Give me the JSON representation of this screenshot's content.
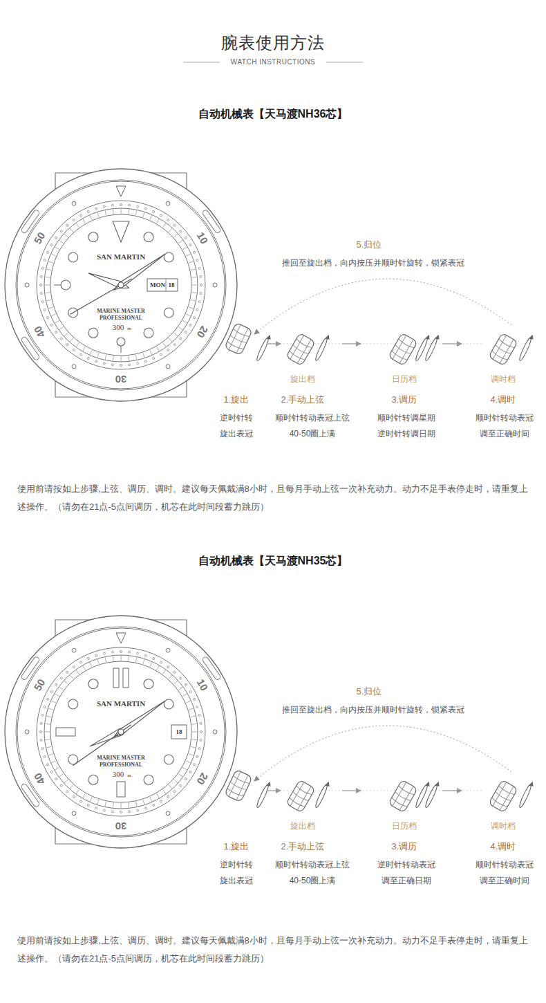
{
  "diagram": {
    "title": "腕表使用方法",
    "labels": [
      "WATCH INSTRUCTIONS",
      "自动机械表【天马渡NH36芯】",
      "SAN MARTIN",
      "MON",
      "18",
      "MARINE MASTER",
      "PROFESSIONAL",
      "300",
      "m",
      "10",
      "20",
      "30",
      "40",
      "50",
      "5.归位",
      "推回至旋出档，向内按压并顺时针旋转，锁紧表冠",
      "旋出档",
      "日历档",
      "调时档",
      "1.旋出",
      "2.手动上弦",
      "3.调历",
      "4.调时",
      "逆时针转",
      "旋出表冠",
      "顺时针转动表冠上弦",
      "40-50圈上满",
      "顺时针转调星期",
      "逆时针转调日期",
      "顺时针转动表冠",
      "调至正确时间",
      "使用前请按如上步骤,上弦、调历、调时。建议每天佩戴满8小时，且每月手动上弦一次补充动力。动力不足手表停走时，请重复上述操作。（请勿在21点-5点间调历，机芯在此时间段蓄力跳历）",
      "自动机械表【天马渡NH35芯】",
      "SAN MARTIN",
      "18",
      "MARINE MASTER",
      "PROFESSIONAL",
      "300",
      "m",
      "10",
      "20",
      "30",
      "40",
      "50",
      "5.归位",
      "推回至旋出档，向内按压并顺时针旋转，锁紧表冠",
      "旋出档",
      "日历档",
      "调时档",
      "1.旋出",
      "2.手动上弦",
      "3.调历",
      "4.调时",
      "逆时针转",
      "旋出表冠",
      "顺时针转动表冠上弦",
      "40-50圈上满",
      "逆时针转动表冠",
      "调至正确日期",
      "顺时针转动表冠",
      "调至正确时间",
      "使用前请按如上步骤,上弦、调历、调时。建议每天佩戴满8小时，且每月手动上弦一次补充动力。动力不足手表停走时，请重复上述操作。（请勿在21点-5点间调历，机芯在此时间段蓄力跳历）"
    ]
  }
}
